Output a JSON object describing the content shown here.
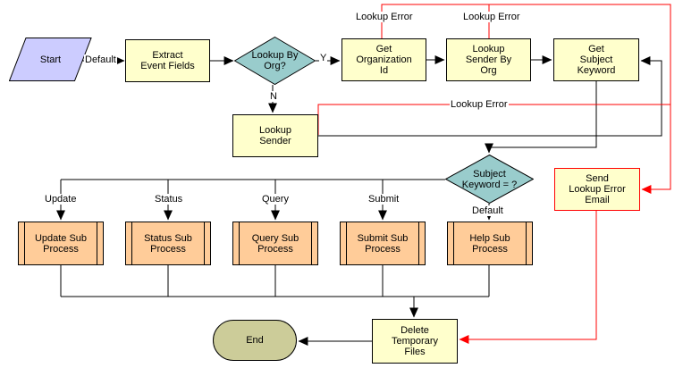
{
  "diagram": {
    "nodes": {
      "start": {
        "label": "Start",
        "shape": "start-parallelogram"
      },
      "extract_event_fields": {
        "label": "Extract\nEvent Fields",
        "shape": "process"
      },
      "lookup_by_org": {
        "label": "Lookup By\nOrg?",
        "shape": "decision"
      },
      "get_organization_id": {
        "label": "Get\nOrganization\nId",
        "shape": "process"
      },
      "lookup_sender_by_org": {
        "label": "Lookup\nSender By\nOrg",
        "shape": "process"
      },
      "get_subject_keyword": {
        "label": "Get\nSubject\nKeyword",
        "shape": "process"
      },
      "lookup_sender": {
        "label": "Lookup\nSender",
        "shape": "process"
      },
      "subject_keyword": {
        "label": "Subject\nKeyword = ?",
        "shape": "decision"
      },
      "send_lookup_error_email": {
        "label": "Send\nLookup Error\nEmail",
        "shape": "process-error"
      },
      "update_sub_process": {
        "label": "Update Sub\nProcess",
        "shape": "subprocess"
      },
      "status_sub_process": {
        "label": "Status Sub\nProcess",
        "shape": "subprocess"
      },
      "query_sub_process": {
        "label": "Query Sub\nProcess",
        "shape": "subprocess"
      },
      "submit_sub_process": {
        "label": "Submit Sub\nProcess",
        "shape": "subprocess"
      },
      "help_sub_process": {
        "label": "Help Sub\nProcess",
        "shape": "subprocess"
      },
      "delete_temporary_files": {
        "label": "Delete\nTemporary\nFiles",
        "shape": "process"
      },
      "end": {
        "label": "End",
        "shape": "end-stadium"
      }
    },
    "edge_labels": {
      "default_start": "Default",
      "yes": "Y",
      "no": "N",
      "lookup_error_top_1": "Lookup Error",
      "lookup_error_top_2": "Lookup Error",
      "lookup_error_mid": "Lookup Error",
      "update": "Update",
      "status": "Status",
      "query": "Query",
      "submit": "Submit",
      "default_help": "Default"
    },
    "colors": {
      "process_fill": "#FFFFCC",
      "subprocess_fill": "#FFCC99",
      "decision_fill": "#99CCCC",
      "start_fill": "#CCCCFF",
      "end_fill": "#CCCC99",
      "flow_line": "#000000",
      "error_line": "#FF0000"
    }
  }
}
